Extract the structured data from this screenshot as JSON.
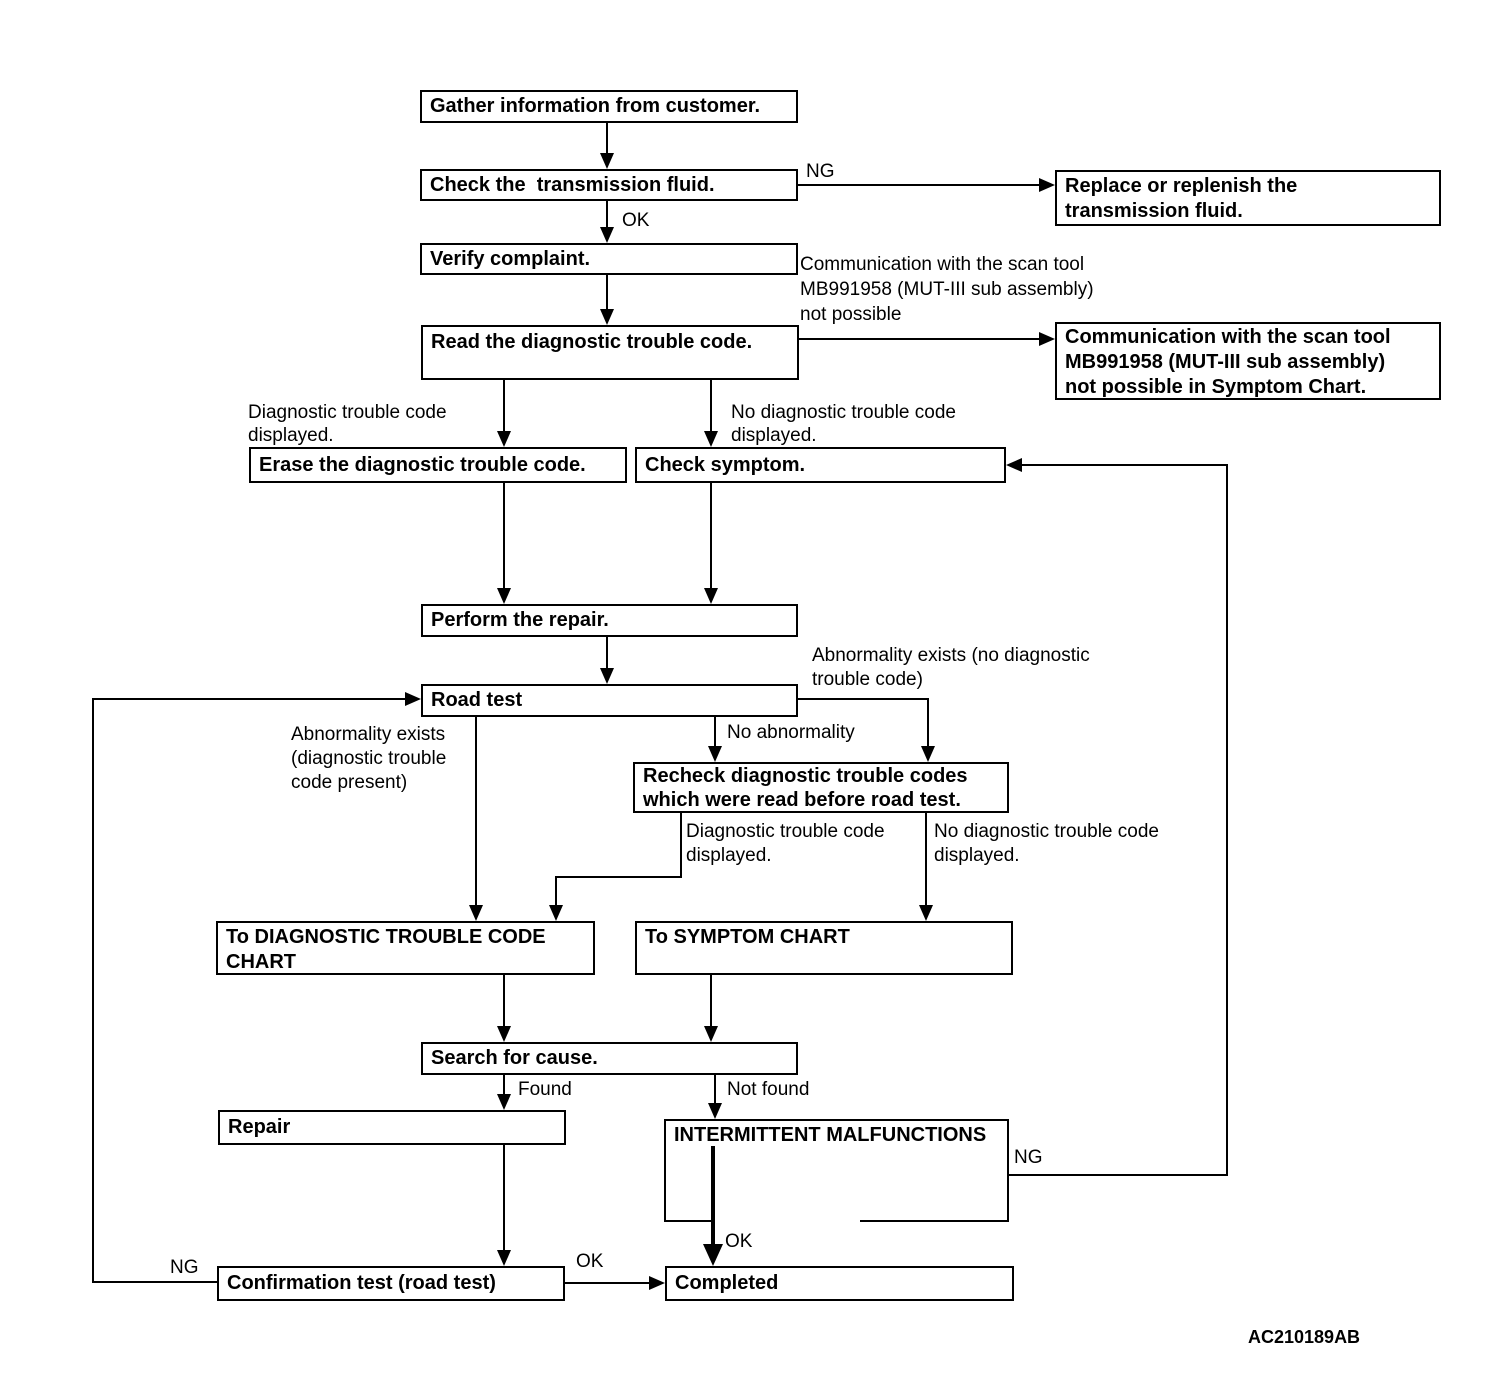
{
  "diagram": {
    "footer_code": "AC210189AB",
    "nodes": {
      "gather": {
        "label": "Gather information from customer."
      },
      "check_fluid": {
        "label": "Check the  transmission fluid."
      },
      "replace_fluid": {
        "label": "Replace or replenish the\ntransmission fluid."
      },
      "verify": {
        "label": "Verify complaint."
      },
      "read_dtc": {
        "label": "Read the diagnostic trouble code."
      },
      "comm_not_possible_chart": {
        "label": "Communication with the scan tool\nMB991958 (MUT-III sub assembly)\nnot possible in Symptom Chart."
      },
      "erase_dtc": {
        "label": "Erase the diagnostic trouble code."
      },
      "check_symptom": {
        "label": "Check symptom."
      },
      "perform_repair": {
        "label": "Perform the repair."
      },
      "road_test": {
        "label": "Road test"
      },
      "recheck_dtc": {
        "label": "Recheck diagnostic trouble codes\nwhich were read before road test."
      },
      "to_dtc_chart": {
        "label": "To DIAGNOSTIC TROUBLE CODE\nCHART"
      },
      "to_symptom_chart": {
        "label": "To SYMPTOM CHART"
      },
      "search_cause": {
        "label": "Search for cause."
      },
      "repair": {
        "label": "Repair"
      },
      "intermittent": {
        "label": "INTERMITTENT MALFUNCTIONS"
      },
      "confirmation_test": {
        "label": "Confirmation test (road test)"
      },
      "completed": {
        "label": "Completed"
      }
    },
    "edge_labels": {
      "ng_fluid": "NG",
      "ok_fluid": "OK",
      "comm_note": "Communication with the scan tool\nMB991958 (MUT-III sub assembly)\nnot possible",
      "dtc_displayed_left": "Diagnostic trouble code\ndisplayed.",
      "no_dtc_displayed_right": "No diagnostic trouble code\ndisplayed.",
      "abnormality_no_dtc": "Abnormality exists (no diagnostic\ntrouble code)",
      "no_abnormality": "No abnormality",
      "abnormality_dtc_present": "Abnormality exists\n(diagnostic trouble\ncode present)",
      "dtc_displayed_mid": "Diagnostic trouble code\ndisplayed.",
      "no_dtc_displayed_mid": "No diagnostic trouble code\ndisplayed.",
      "found": "Found",
      "not_found": "Not found",
      "ng_intermittent": "NG",
      "ok_intermittent": "OK",
      "ok_confirmation": "OK",
      "ng_confirmation": "NG"
    }
  }
}
